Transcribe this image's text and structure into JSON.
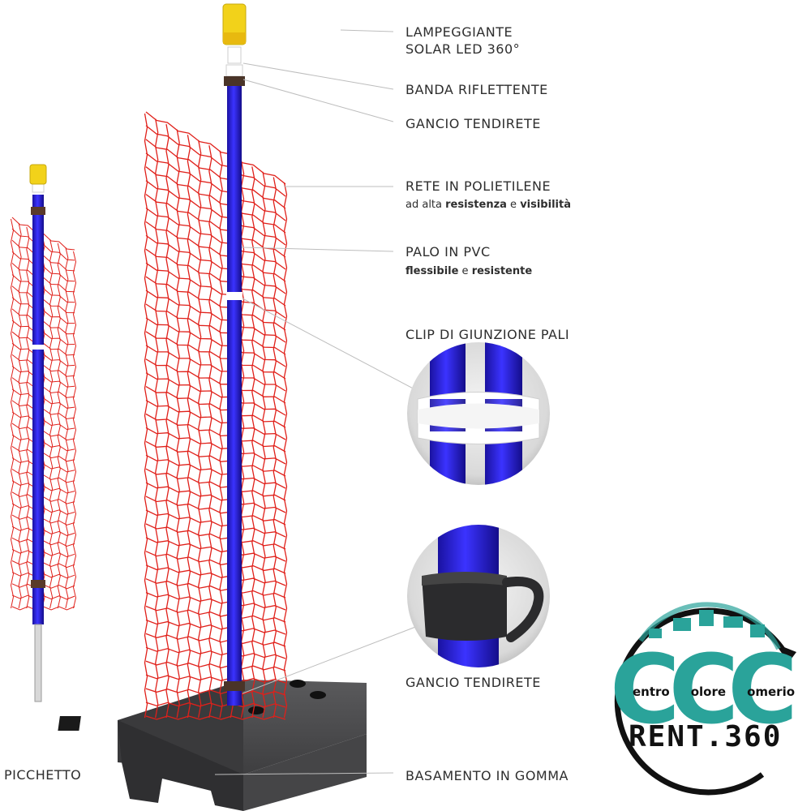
{
  "labels": {
    "light": [
      "LAMPEGGIANTE",
      "SOLAR LED 360°"
    ],
    "reflective_band": "BANDA RIFLETTENTE",
    "hook_top": "GANCIO TENDIRETE",
    "net": "RETE IN POLIETILENE",
    "net_sub": {
      "a": "ad alta ",
      "b": "resistenza",
      "c": " e ",
      "d": "visibilità"
    },
    "pole": "PALO IN PVC",
    "pole_sub": {
      "a": "flessibile",
      "b": " e ",
      "c": "resistente"
    },
    "clip": "CLIP DI GIUNZIONE PALI",
    "hook_bottom": "GANCIO TENDIRETE",
    "stake": "PICCHETTO",
    "base": "BASAMENTO IN GOMMA"
  },
  "logo": {
    "letters": "CCC",
    "line1": {
      "w1": "entro",
      "w2": "olore",
      "w3": "omerio"
    },
    "line2": "RENT.360"
  },
  "colors": {
    "pole": "#2a1fd6",
    "net": "#e0201a",
    "light": "#f2d21a",
    "base": "#4a4a4c",
    "logo_teal": "#2aa39a",
    "logo_dark": "#111111"
  }
}
